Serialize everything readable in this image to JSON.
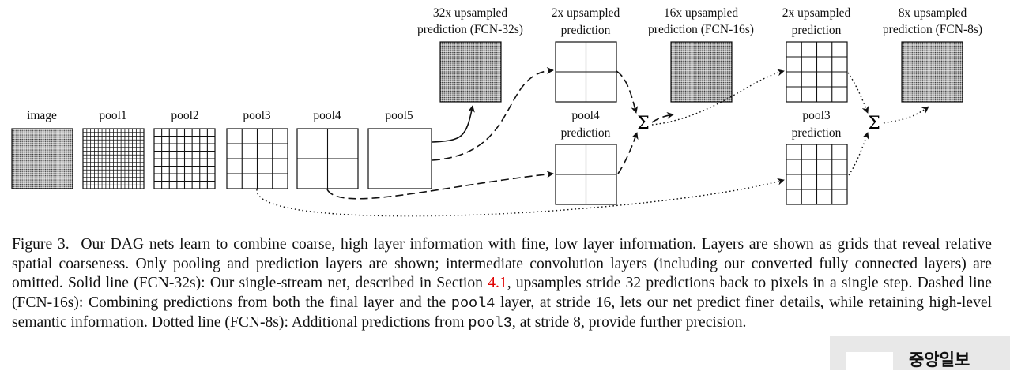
{
  "figure": {
    "labels": {
      "image": "image",
      "pool1": "pool1",
      "pool2": "pool2",
      "pool3": "pool3",
      "pool4": "pool4",
      "pool5": "pool5",
      "up32_line1": "32x upsampled",
      "up32_line2": "prediction (FCN-32s)",
      "up2a_line1": "2x upsampled",
      "up2a_line2": "prediction",
      "pool4pred_line1": "pool4",
      "pool4pred_line2": "prediction",
      "up16_line1": "16x upsampled",
      "up16_line2": "prediction (FCN-16s)",
      "up2b_line1": "2x upsampled",
      "up2b_line2": "prediction",
      "pool3pred_line1": "pool3",
      "pool3pred_line2": "prediction",
      "up8_line1": "8x upsampled",
      "up8_line2": "prediction (FCN-8s)",
      "sum_symbol": "Σ"
    }
  },
  "caption": {
    "label": "Figure 3.",
    "part1": "Our DAG nets learn to combine coarse, high layer information with fine, low layer information. Layers are shown as grids that reveal relative spatial coarseness. Only pooling and prediction layers are shown; intermediate convolution layers (including our converted fully connected layers) are omitted. Solid line (FCN-32s): Our single-stream net, described in Section ",
    "section_ref": "4.1",
    "part2": ", upsamples stride 32 predictions back to pixels in a single step. Dashed line (FCN-16s): Combining predictions from both the final layer and the ",
    "code1": "pool4",
    "part3": " layer, at stride 16, lets our net predict finer details, while retaining high-level semantic information. Dotted line (FCN-8s): Additional predictions from ",
    "code2": "pool3",
    "part4": ", at stride 8, provide further precision."
  },
  "watermark": {
    "text": "중앙일보"
  }
}
